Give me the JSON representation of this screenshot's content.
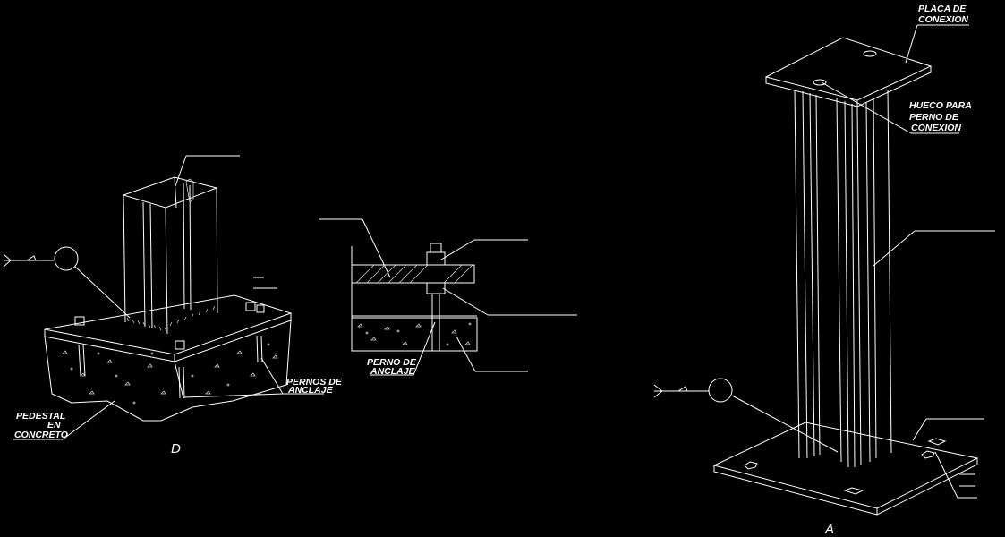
{
  "drawing": {
    "background": "#000000",
    "line_color": "#ffffff",
    "detail_d": {
      "view_letter": "D",
      "label_pernos": [
        "PERNOS DE",
        "ANCLAJE"
      ],
      "label_pedestal": [
        "PEDESTAL",
        "EN",
        "CONCRETO"
      ]
    },
    "section": {
      "label_perno": [
        "PERNO DE",
        "ANCLAJE"
      ]
    },
    "detail_a": {
      "view_letter": "A",
      "label_placa": [
        "PLACA DE",
        "CONEXION"
      ],
      "label_hueco": [
        "HUECO PARA",
        "PERNO DE",
        "CONEXION"
      ]
    }
  }
}
